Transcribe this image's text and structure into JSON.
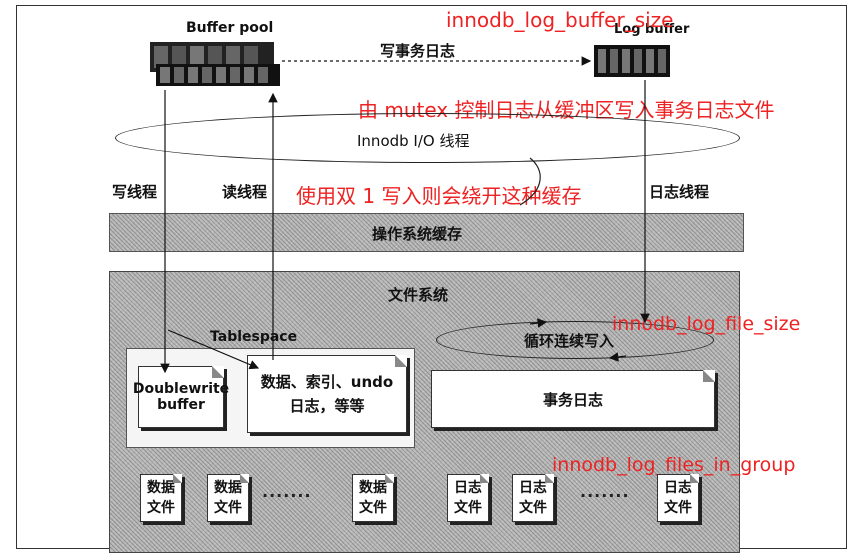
{
  "buffer_pool": {
    "label": "Buffer pool"
  },
  "log_buffer": {
    "label": "Log buffer"
  },
  "write_log_label": "写事务日志",
  "io_thread_label": "Innodb I/O 线程",
  "threads": {
    "write": "写线程",
    "read": "读线程",
    "log": "日志线程"
  },
  "os_cache_label": "操作系统缓存",
  "filesystem_label": "文件系统",
  "tablespace": {
    "label": "Tablespace",
    "doublewrite": "Doublewrite buffer",
    "data_index": "数据、索引、undo 日志，等等"
  },
  "txn_log": {
    "circular_label": "循环连续写入",
    "box_label": "事务日志"
  },
  "data_files": [
    "数据\n文件",
    "数据\n文件",
    "数据\n文件"
  ],
  "log_files": [
    "日志\n文件",
    "日志\n文件",
    "日志\n文件"
  ],
  "ellipsis": "·······",
  "annotations": {
    "log_buffer_size": "innodb_log_buffer_size",
    "mutex_note": "由 mutex 控制日志从缓冲区写入事务日志文件",
    "double1_note": "使用双 1 写入则会绕开这种缓存",
    "log_file_size": "innodb_log_file_size",
    "files_in_group": "innodb_log_files_in_group"
  },
  "colors": {
    "annotation": "#ee2222",
    "hatch": "#b8b8b8"
  }
}
